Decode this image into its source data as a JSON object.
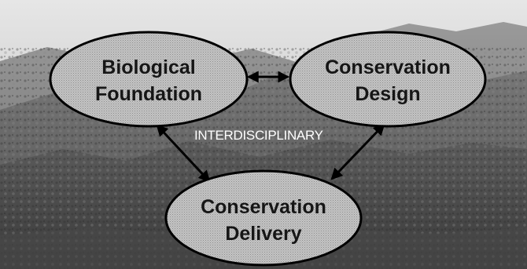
{
  "diagram": {
    "nodes": [
      {
        "id": "biological-foundation",
        "lines": [
          "Biological",
          "Foundation"
        ]
      },
      {
        "id": "conservation-design",
        "lines": [
          "Conservation",
          "Design"
        ]
      },
      {
        "id": "conservation-delivery",
        "lines": [
          "Conservation",
          "Delivery"
        ]
      }
    ],
    "center_label": "INTERDISCIPLINARY",
    "edges": [
      {
        "from": "biological-foundation",
        "to": "conservation-design",
        "direction": "both"
      },
      {
        "from": "biological-foundation",
        "to": "conservation-delivery",
        "direction": "both"
      },
      {
        "from": "conservation-design",
        "to": "conservation-delivery",
        "direction": "both"
      }
    ]
  },
  "colors": {
    "node_fill": "#bcbcbc",
    "node_stroke": "#000000",
    "node_text": "#161616",
    "center_text": "#ffffff",
    "arrow": "#000000"
  }
}
